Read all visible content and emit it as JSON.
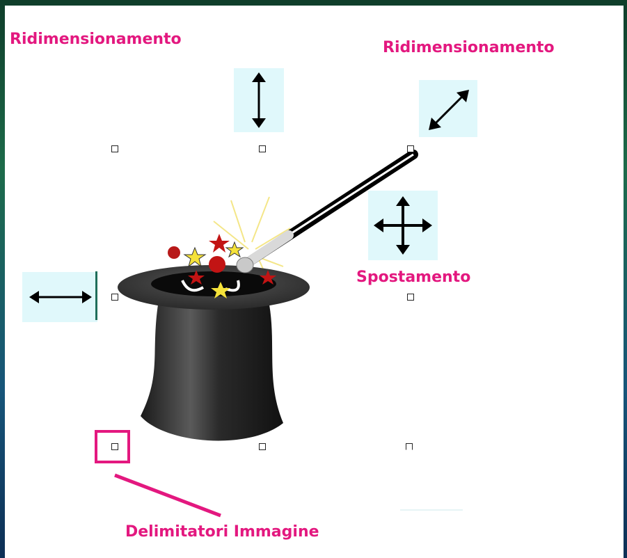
{
  "labels": {
    "resize_top_left": "Ridimensionamento",
    "resize_top_right": "Ridimensionamento",
    "move": "Spostamento",
    "image_handles": "Delimitatori Immagine"
  },
  "icons": {
    "vertical_resize": "vertical-resize-arrow",
    "diagonal_resize": "diagonal-resize-arrow",
    "move": "four-way-move-arrow",
    "horizontal_resize": "horizontal-resize-arrow",
    "clipart": "magic-hat-with-wand"
  },
  "colors": {
    "label": "#e3187f",
    "cursor_tile": "#e0f8fb",
    "background_gradient_top": "#0f3d2a",
    "background_gradient_bottom": "#0d2f55"
  }
}
